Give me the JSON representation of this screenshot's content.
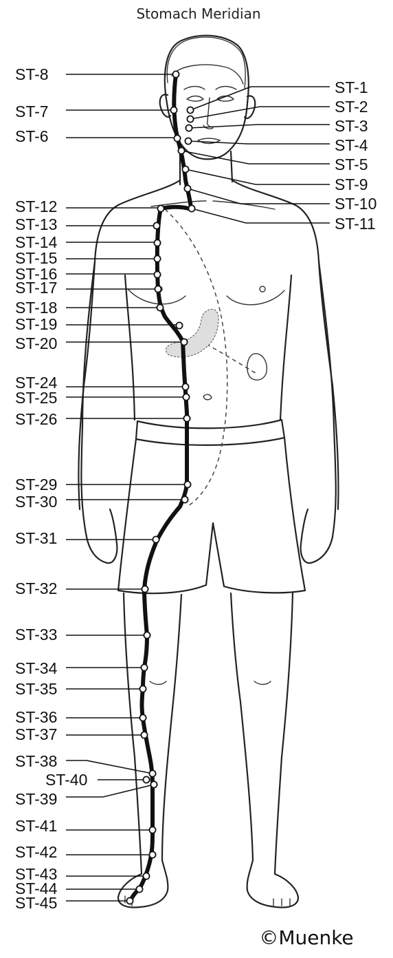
{
  "title": "Stomach Meridian",
  "copyright": "©Muenke",
  "points": [
    "ST-1",
    "ST-2",
    "ST-3",
    "ST-4",
    "ST-5",
    "ST-6",
    "ST-7",
    "ST-8",
    "ST-9",
    "ST-10",
    "ST-11",
    "ST-12",
    "ST-13",
    "ST-14",
    "ST-15",
    "ST-16",
    "ST-17",
    "ST-18",
    "ST-19",
    "ST-20",
    "ST-24",
    "ST-25",
    "ST-26",
    "ST-29",
    "ST-30",
    "ST-31",
    "ST-32",
    "ST-33",
    "ST-34",
    "ST-35",
    "ST-36",
    "ST-37",
    "ST-38",
    "ST-39",
    "ST-40",
    "ST-41",
    "ST-42",
    "ST-43",
    "ST-44",
    "ST-45"
  ]
}
